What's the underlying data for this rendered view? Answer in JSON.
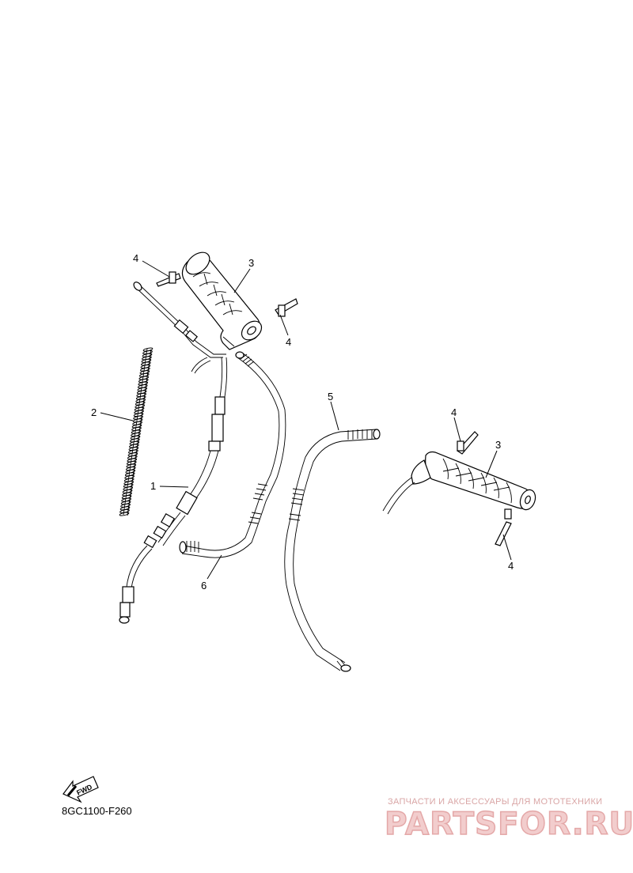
{
  "diagram": {
    "callouts": {
      "c1": "1",
      "c2": "2",
      "c3a": "3",
      "c3b": "3",
      "c4a": "4",
      "c4b": "4",
      "c4c": "4",
      "c4d": "4",
      "c5": "5",
      "c6": "6"
    },
    "fwd_label": "FWD",
    "diagram_code": "8GC1100-F260"
  },
  "watermark": {
    "tagline": "ЗАПЧАСТИ И АКСЕССУАРЫ ДЛЯ МОТОТЕХНИКИ",
    "logo": "PARTSFOR.RU"
  }
}
